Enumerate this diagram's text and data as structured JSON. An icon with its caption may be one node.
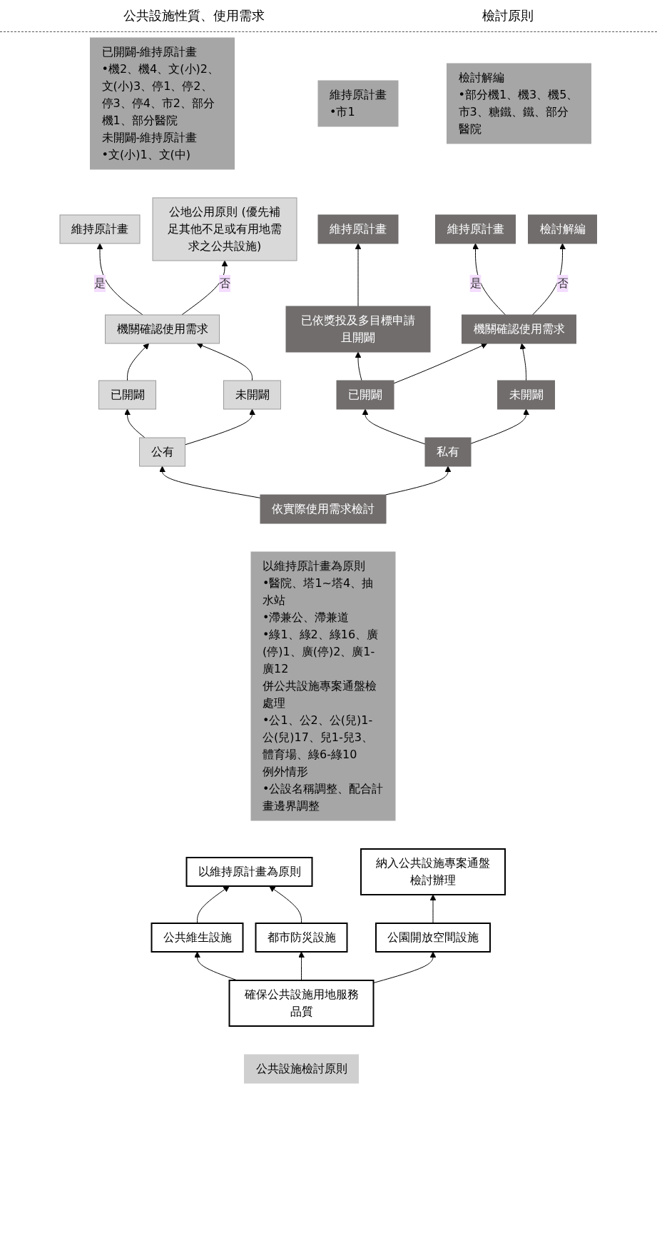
{
  "diagram": {
    "nodes": [
      {
        "text": [
          "公共設施檢討原則"
        ]
      },
      {
        "text": [
          "確保公共設施用地服務品質"
        ]
      },
      {
        "text": [
          "公共維生設施"
        ]
      },
      {
        "text": [
          "都市防災設施"
        ]
      },
      {
        "text": [
          "公園開放空間設施"
        ]
      },
      {
        "text": [
          "以維持原計畫為原則"
        ]
      },
      {
        "text": [
          "納入公共設施專案通盤檢討辦理"
        ]
      },
      {
        "text": [
          "以維持原計畫為原則",
          "•醫院、塔1~塔4、抽水站",
          "•滯兼公、滯兼道",
          "•綠1、綠2、綠16、廣(停)1、廣(停)2、廣1-廣12",
          "併公共設施專案通盤檢處理",
          "•公1、公2、公(兒)1-公(兒)17、兒1-兒3、體育場、綠6-綠10",
          "例外情形",
          "•公設名稱調整、配合計畫邊界調整"
        ]
      },
      {
        "text": [
          "依實際使用需求檢討"
        ]
      },
      {
        "text": [
          "公有"
        ]
      },
      {
        "text": [
          "已開闢"
        ]
      },
      {
        "text": [
          "未開闢"
        ]
      },
      {
        "text": [
          "機關確認使用需求"
        ]
      },
      {
        "text": [
          "維持原計畫"
        ]
      },
      {
        "text": [
          "公地公用原則 (優先補足其他不足或有用地需求之公共設施)"
        ]
      },
      {
        "text": [
          "已開闢-維持原計畫",
          "•機2、機4、文(小)2、文(小)3、停1、停2、停3、停4、市2、部分機1、部分醫院",
          "未開闢-維持原計畫",
          "•文(小)1、文(中)"
        ]
      },
      {
        "text": [
          "私有"
        ]
      },
      {
        "text": [
          "已開闢"
        ]
      },
      {
        "text": [
          "未開闢"
        ]
      },
      {
        "text": [
          "已依獎投及多目標申請且開闢"
        ]
      },
      {
        "text": [
          "維持原計畫"
        ]
      },
      {
        "text": [
          "維持原計畫",
          "•市1"
        ]
      },
      {
        "text": [
          "機關確認使用需求"
        ]
      },
      {
        "text": [
          "維持原計畫"
        ]
      },
      {
        "text": [
          "檢討解編"
        ]
      },
      {
        "text": [
          "檢討解編",
          "•部分機1、機3、機5、市3、糖鐵、鐵、部分醫院"
        ]
      }
    ],
    "edges": [
      {
        "from": 1,
        "to": 2,
        "arrow": "to"
      },
      {
        "from": 1,
        "to": 3,
        "arrow": "to"
      },
      {
        "from": 1,
        "to": 4,
        "arrow": "to"
      },
      {
        "from": 2,
        "to": 5,
        "arrow": "to"
      },
      {
        "from": 3,
        "to": 5,
        "arrow": "to"
      },
      {
        "from": 4,
        "to": 6,
        "arrow": "to"
      },
      {
        "from": 8,
        "to": 9,
        "arrow": "to"
      },
      {
        "from": 8,
        "to": 16,
        "arrow": "to"
      },
      {
        "from": 9,
        "to": 10,
        "arrow": "to"
      },
      {
        "from": 9,
        "to": 11,
        "arrow": "to"
      },
      {
        "from": 10,
        "to": 12,
        "arrow": "to"
      },
      {
        "from": 11,
        "to": 12,
        "arrow": "to"
      },
      {
        "from": 12,
        "to": 13,
        "label": "是",
        "arrow": "to"
      },
      {
        "from": 12,
        "to": 14,
        "label": "否",
        "arrow": "to"
      },
      {
        "from": 16,
        "to": 17,
        "arrow": "to"
      },
      {
        "from": 16,
        "to": 18,
        "arrow": "to"
      },
      {
        "from": 17,
        "to": 19,
        "arrow": "to"
      },
      {
        "from": 19,
        "to": 20,
        "arrow": "to"
      },
      {
        "from": 17,
        "to": 22,
        "arrow": "to"
      },
      {
        "from": 18,
        "to": 22,
        "arrow": "to"
      },
      {
        "from": 22,
        "to": 23,
        "label": "是",
        "arrow": "to"
      },
      {
        "from": 22,
        "to": 24,
        "label": "否",
        "arrow": "to"
      }
    ],
    "labels": [
      "公共設施性質、使用需求",
      "檢討原則"
    ]
  }
}
